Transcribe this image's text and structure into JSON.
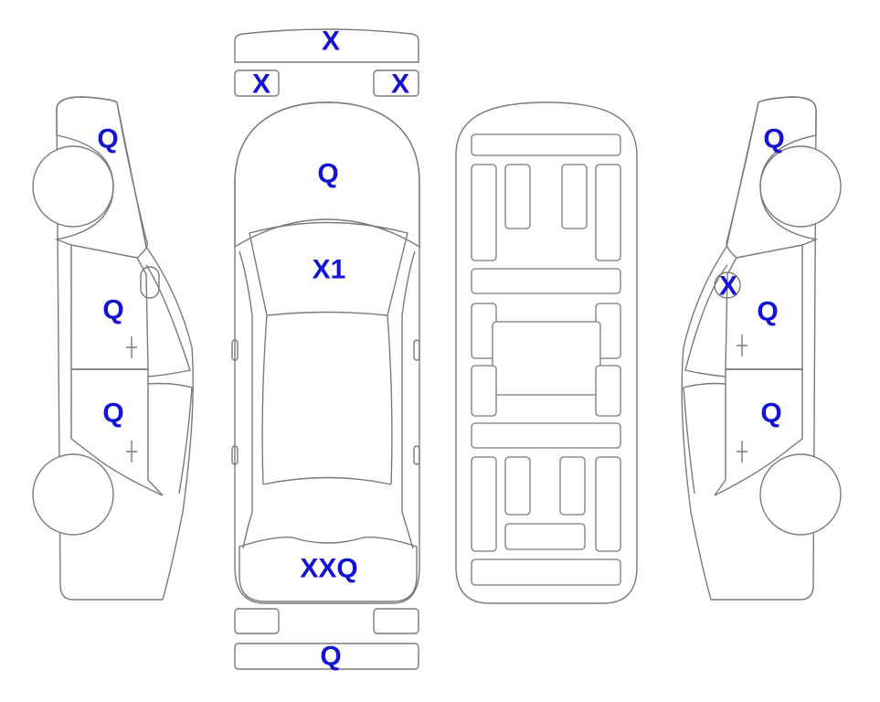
{
  "colors": {
    "damaged_fill": "#f7a42c",
    "glass_fill": "#e3f6fd",
    "label_color": "#1414d2",
    "outline": "#7a7a7a",
    "unmarked_fill": "#ffffff"
  },
  "views": [
    "left-side",
    "top",
    "underside",
    "right-side"
  ],
  "labels": {
    "front_bumper": "X",
    "left_headlight": "X",
    "right_headlight": "X",
    "hood": "Q",
    "windshield": "X1",
    "rear_window": "XXQ",
    "rear_bumper": "Q",
    "left_front_fender": "Q",
    "left_front_door": "Q",
    "left_rear_door": "Q",
    "right_front_fender": "Q",
    "right_mirror": "X",
    "right_front_door": "Q",
    "right_rear_door": "Q"
  }
}
